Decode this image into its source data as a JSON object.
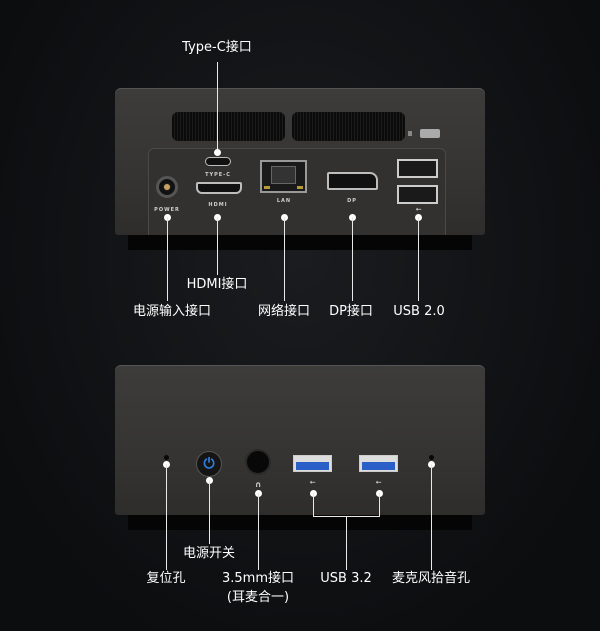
{
  "rear": {
    "port_marks": {
      "typec": "TYPE-C",
      "power": "POWER",
      "hdmi": "HDMI",
      "lan": "LAN",
      "dp": "DP"
    },
    "labels": {
      "typec": "Type-C接口",
      "power": "电源输入接口",
      "hdmi": "HDMI接口",
      "lan": "网络接口",
      "dp": "DP接口",
      "usb2": "USB 2.0"
    }
  },
  "front": {
    "labels": {
      "reset": "复位孔",
      "power_switch": "电源开关",
      "audio": "3.5mm接口",
      "audio_note": "(耳麦合一)",
      "usb3": "USB 3.2",
      "mic": "麦克风拾音孔"
    }
  },
  "colors": {
    "power_button_accent": "#2f7fe0",
    "usb3_blue": "#2a5fc8"
  }
}
